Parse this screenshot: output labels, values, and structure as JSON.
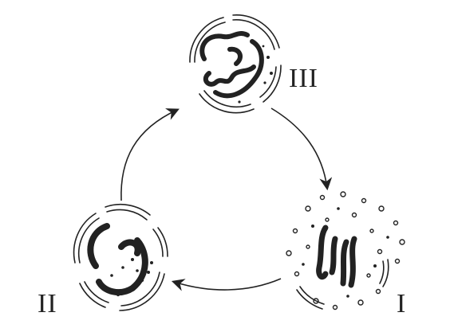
{
  "labels": {
    "stage_i": "I",
    "stage_ii": "II",
    "stage_iii": "III"
  },
  "colors": {
    "ink": "#222222",
    "background": "#ffffff"
  },
  "cycle_order": [
    "III",
    "I",
    "II"
  ]
}
